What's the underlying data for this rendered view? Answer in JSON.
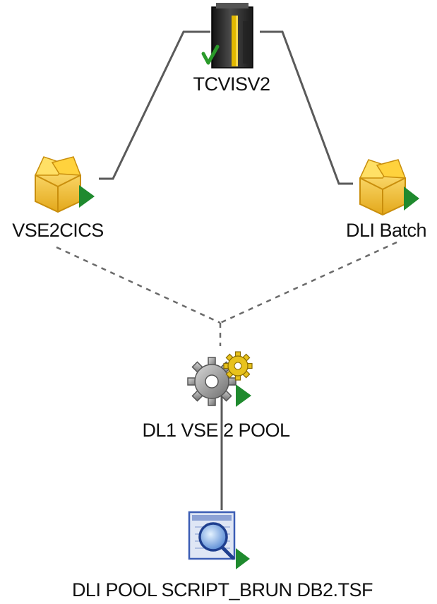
{
  "diagram": {
    "nodes": {
      "server": {
        "label": "TCVISV2",
        "icon": "server-tower-icon",
        "status": "check-mark-icon"
      },
      "vse2cics": {
        "label": "VSE2CICS",
        "icon": "package-box-icon"
      },
      "dli_batch": {
        "label": "DLI Batch",
        "icon": "package-box-icon"
      },
      "pool": {
        "label": "DL1 VSE 2 POOL",
        "icon": "gears-icon"
      },
      "script": {
        "label": "DLI POOL SCRIPT_BRUN DB2.TSF",
        "icon": "script-document-icon"
      }
    },
    "edges": [
      {
        "from": "server",
        "to": "vse2cics",
        "style": "solid"
      },
      {
        "from": "server",
        "to": "dli_batch",
        "style": "solid"
      },
      {
        "from": "vse2cics",
        "to": "pool",
        "style": "dashed"
      },
      {
        "from": "dli_batch",
        "to": "pool",
        "style": "dashed"
      },
      {
        "from": "pool",
        "to": "script",
        "style": "solid"
      }
    ],
    "colors": {
      "package_yellow": "#f5c531",
      "package_dark": "#c98e0c",
      "play_arrow": "#1f8a2e",
      "check_mark": "#2a9a2a",
      "server_dark": "#2b2b2b",
      "server_stripe": "#e2b800",
      "gear_grey": "#9a9a9a",
      "gear_yellow": "#e8c21c",
      "script_blue": "#3b5db5"
    }
  }
}
